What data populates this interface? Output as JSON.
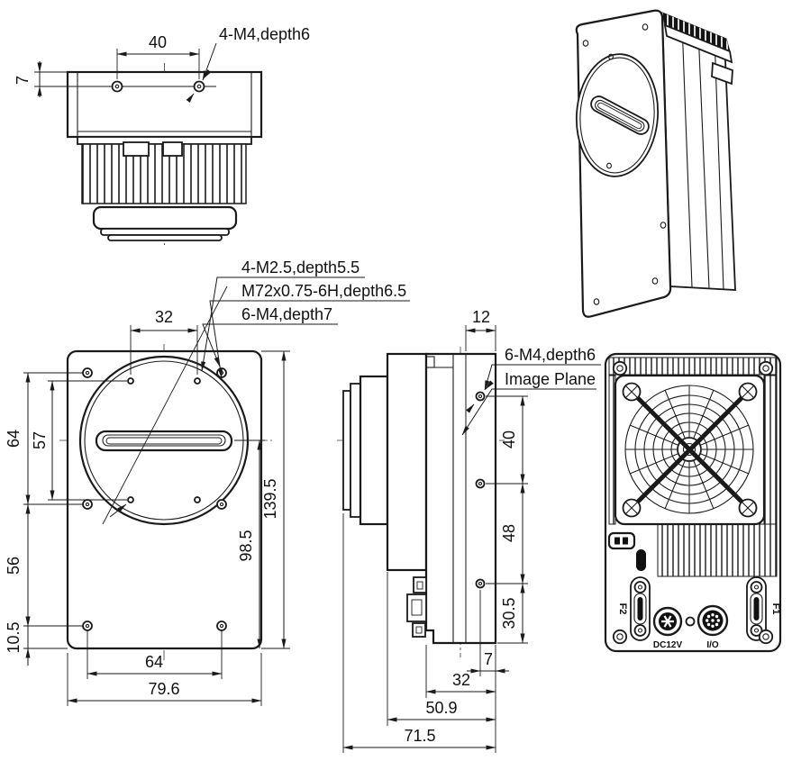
{
  "colors": {
    "ink": "#1a1a1a",
    "background": "#ffffff"
  },
  "top_view": {
    "dim_hole_spacing": "40",
    "dim_hole_offset": "7",
    "callout_top_holes": "4-M4,depth6"
  },
  "front_view": {
    "dim_top_hole_span": "32",
    "dim_left_outer": "64",
    "dim_left_inner": "57",
    "dim_left_lower": "56",
    "dim_bottom_edge_offset": "10.5",
    "dim_bottom_hole_span": "64",
    "dim_overall_width": "79.6",
    "dim_center_to_bottom": "98.5",
    "dim_overall_height": "139.5",
    "callout_sensor_holes": "4-M2.5,depth5.5",
    "callout_mount_thread": "M72x0.75-6H,depth6.5",
    "callout_front_holes": "6-M4,depth7"
  },
  "side_view": {
    "dim_rear_section": "12",
    "dim_upper_hole_span": "40",
    "dim_lower_hole_span": "48",
    "dim_bottom_hole_offset": "30.5",
    "dim_back_hole_offset": "7",
    "dim_rear_depth": "32",
    "dim_mid_depth": "50.9",
    "dim_overall_depth": "71.5",
    "callout_side_holes": "6-M4,depth6",
    "label_image_plane": "Image Plane"
  },
  "back_view": {
    "connector_left_label": "F2",
    "connector_right_label": "F1",
    "power_label": "DC12V",
    "io_label": "I/O"
  }
}
